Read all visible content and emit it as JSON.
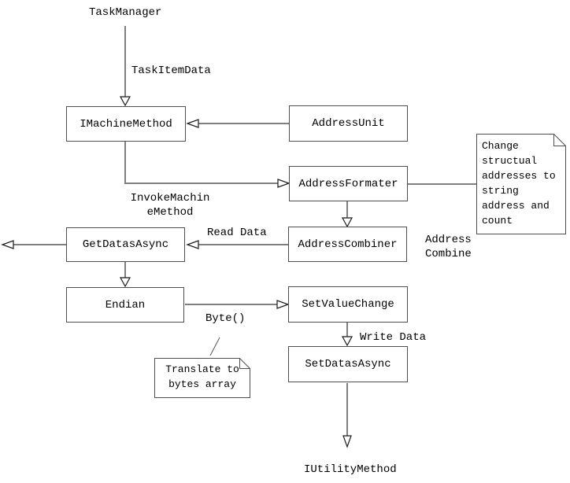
{
  "diagram": {
    "colors": {
      "background": "#ffffff",
      "connector": "#7f7f7f",
      "box_border": "#4f4f4f",
      "arrowhead_outline": "#1a1a1a",
      "text": "#000000"
    },
    "nodes": {
      "task_manager": "TaskManager",
      "imachine_method": "IMachineMethod",
      "address_unit": "AddressUnit",
      "address_formater": "AddressFormater",
      "address_combiner": "AddressCombiner",
      "get_datas_async": "GetDatasAsync",
      "endian": "Endian",
      "set_value_change": "SetValueChange",
      "set_datas_async": "SetDatasAsync",
      "iutility_method": "IUtilityMethod"
    },
    "edge_labels": {
      "task_item_data": "TaskItemData",
      "invoke_machine_method": {
        "line1": "InvokeMachin",
        "line2": "eMethod"
      },
      "read_data": "Read Data",
      "address_combine": {
        "line1": "Address",
        "line2": "Combine"
      },
      "byte": "Byte()",
      "write_data": "Write Data"
    },
    "notes": {
      "change_structural": {
        "lines": [
          "Change",
          "structual",
          "addresses to",
          "string",
          "address and",
          "count"
        ]
      },
      "translate_bytes": {
        "lines": [
          "Translate to",
          "bytes array"
        ]
      }
    }
  }
}
